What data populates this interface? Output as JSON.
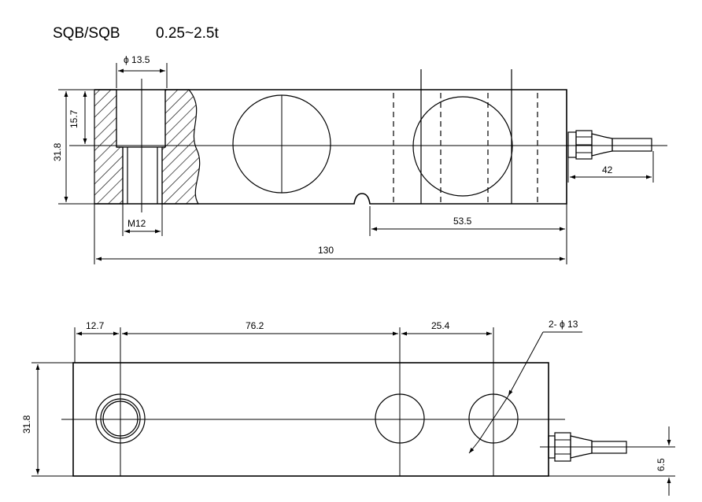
{
  "header": {
    "model": "SQB/SQB",
    "capacity": "0.25~2.5t"
  },
  "side_view": {
    "hole_diameter": "ϕ 13.5",
    "counterbore_depth": "15.7",
    "height": "31.8",
    "thread": "M12",
    "gauge_offset": "53.5",
    "length": "130",
    "cable_length": "42"
  },
  "top_view": {
    "dim_left": "12.7",
    "dim_mid": "76.2",
    "dim_right": "25.4",
    "holes": "2- ϕ 13",
    "height": "31.8",
    "cable_offset": "6.5"
  }
}
